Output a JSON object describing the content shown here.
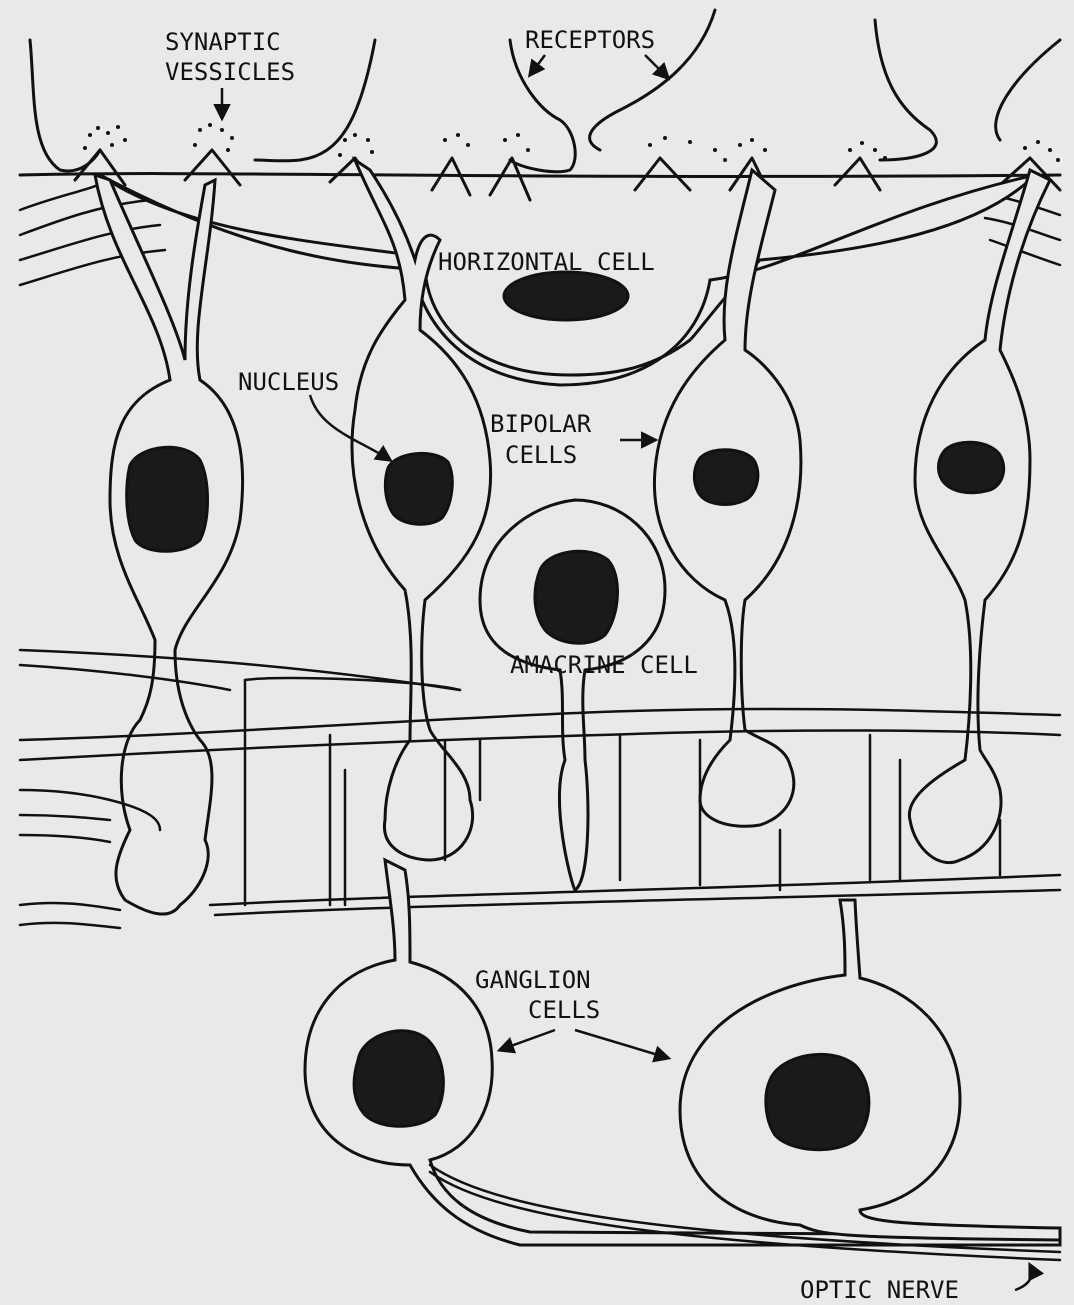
{
  "labels": {
    "synaptic": "SYNAPTIC",
    "vessicles": "VESSICLES",
    "receptors": "RECEPTORS",
    "horizontal_cell": "HORIZONTAL CELL",
    "nucleus": "NUCLEUS",
    "bipolar": "BIPOLAR",
    "cells_bipolar": "CELLS",
    "amacrine_cell": "AMACRINE CELL",
    "ganglion": "GANGLION",
    "cells_ganglion": "CELLS",
    "optic_nerve": "OPTIC NERVE"
  },
  "colors": {
    "background": "#e9e9e9",
    "ink": "#111111"
  }
}
